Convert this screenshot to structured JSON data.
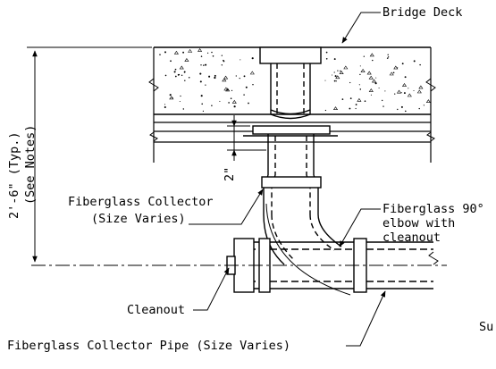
{
  "labels": {
    "bridge_deck": "Bridge Deck",
    "dim_overall_1": "2'-6\" (Typ.)",
    "dim_overall_2": "(See Notes)",
    "dim_small": "2\"",
    "collector_1": "Fiberglass Collector",
    "collector_2": "(Size Varies)",
    "elbow_1": "Fiberglass 90°",
    "elbow_2": "elbow with",
    "elbow_3": "cleanout",
    "cleanout": "Cleanout",
    "collector_pipe": "Fiberglass Collector Pipe (Size Varies)",
    "cut_off": "Su"
  },
  "colors": {
    "line": "#000000",
    "background": "#ffffff"
  }
}
